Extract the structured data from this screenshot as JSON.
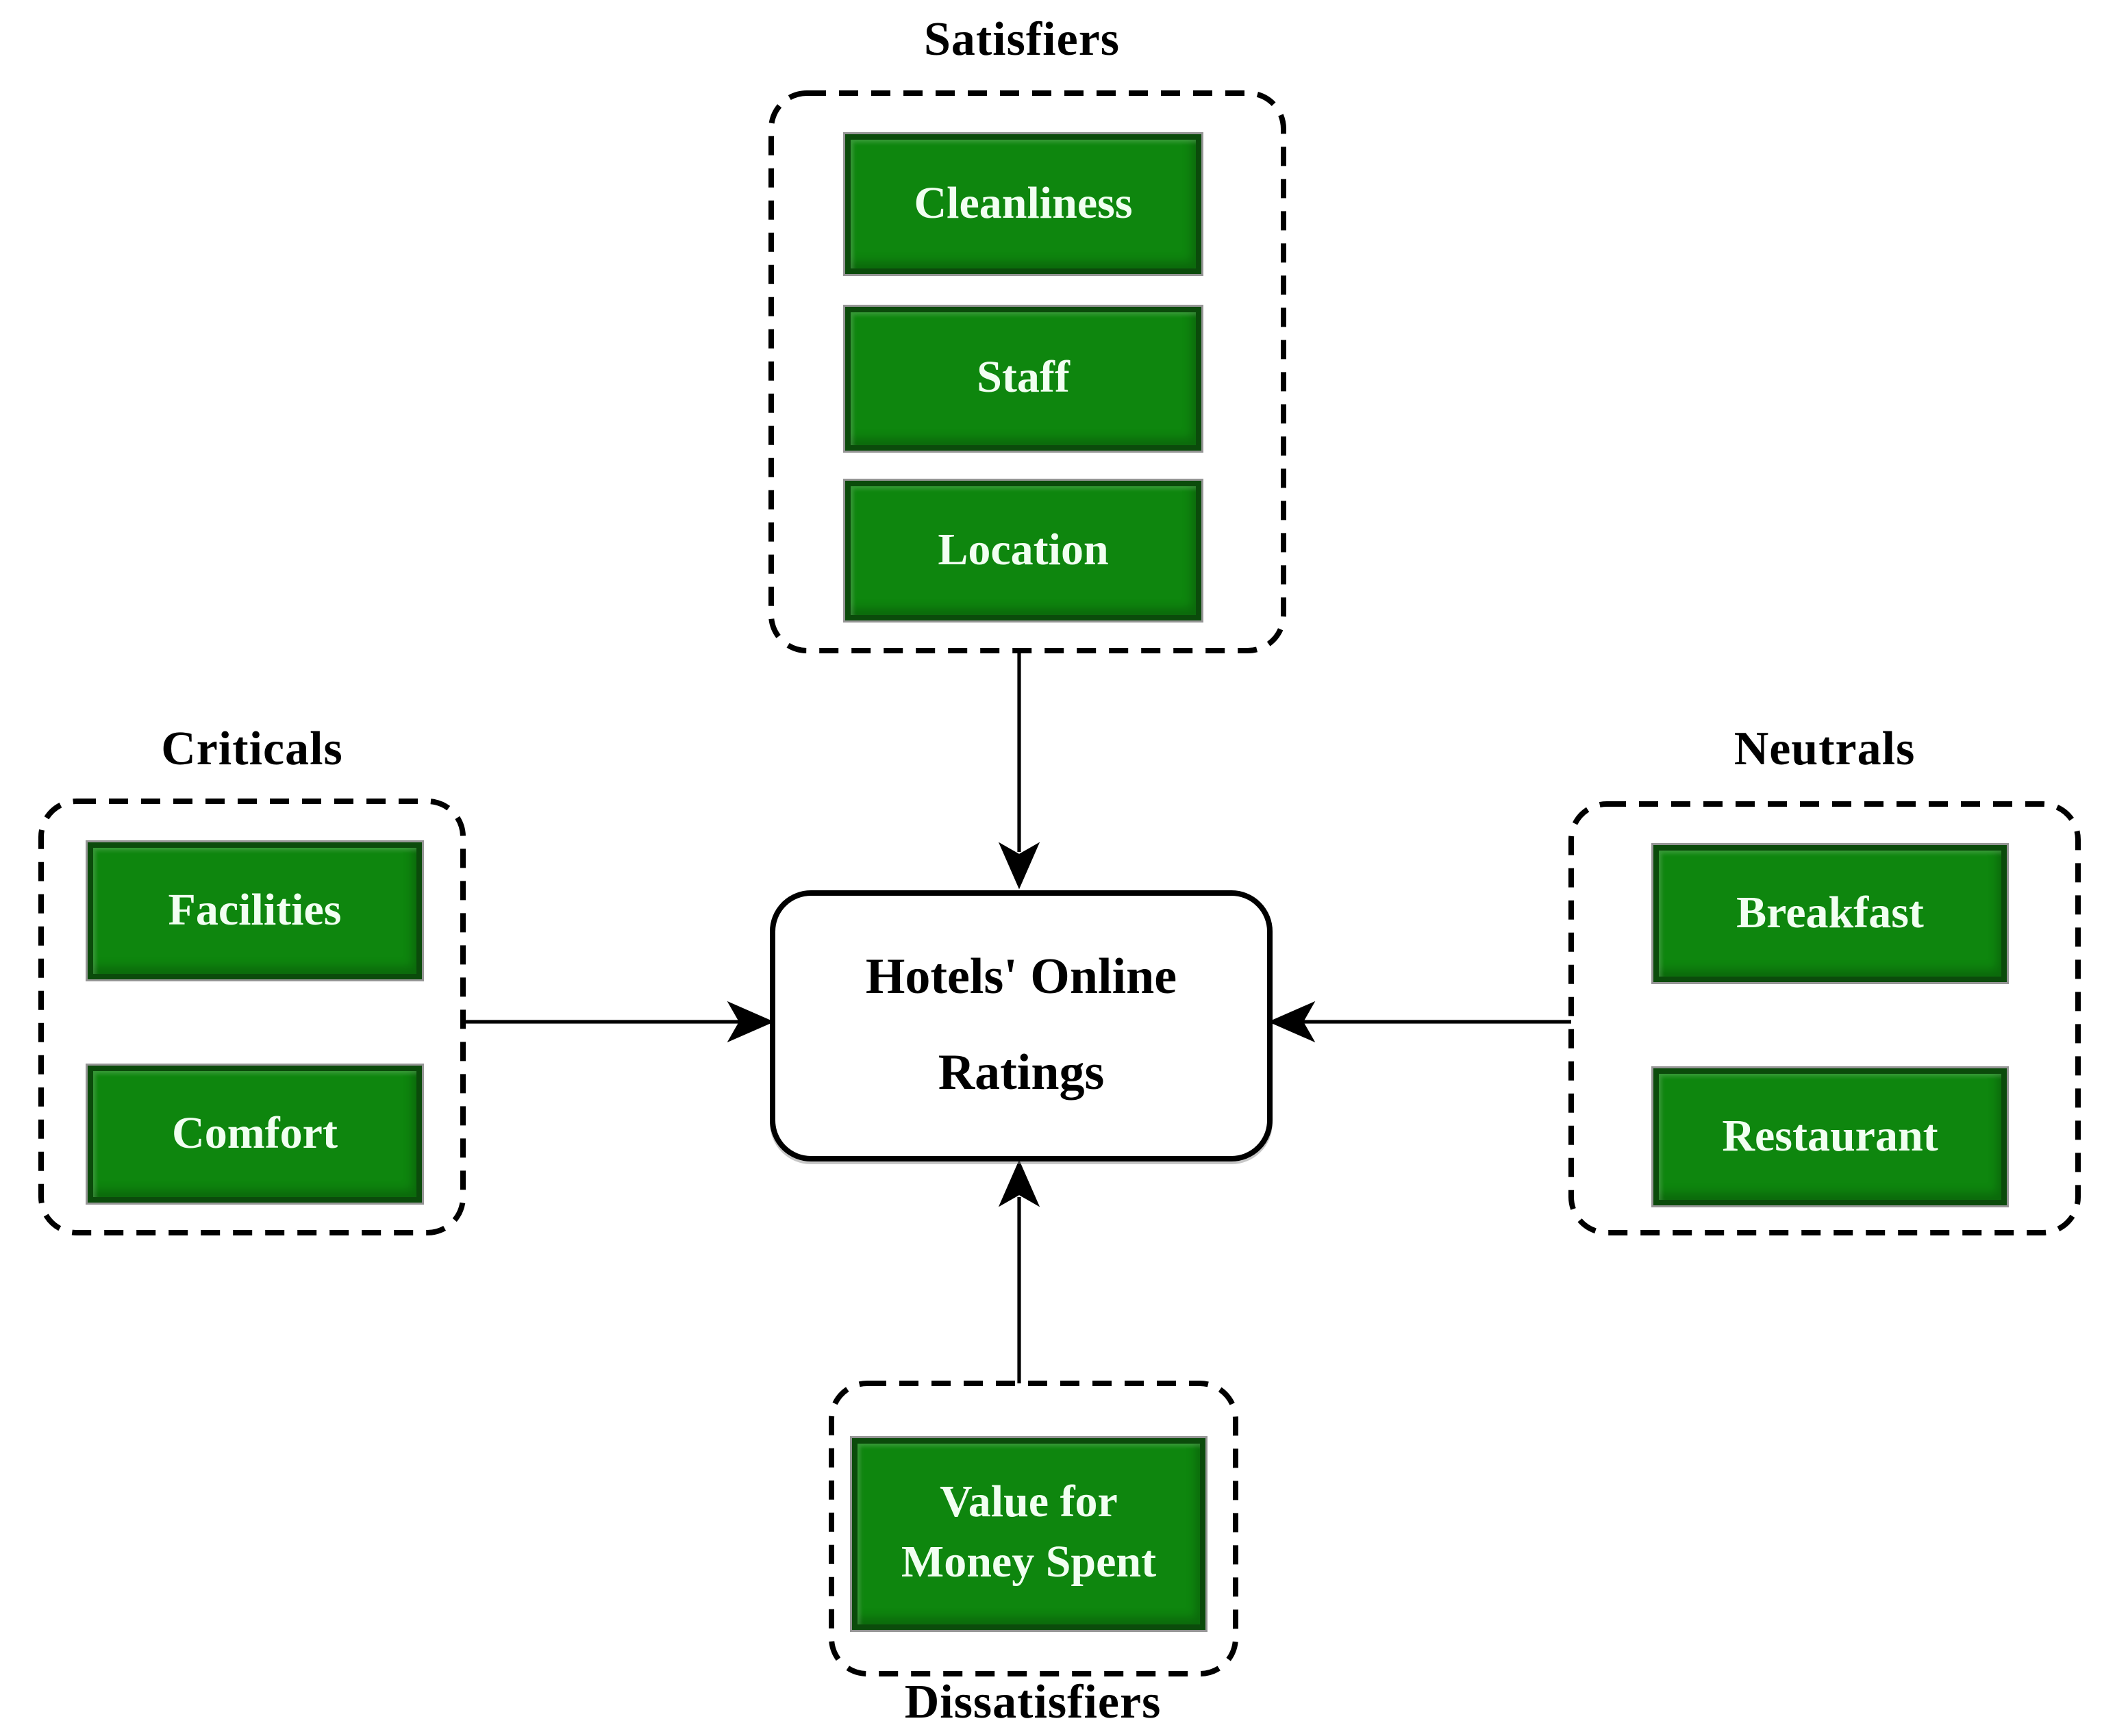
{
  "diagram": {
    "center_node": {
      "label": "Hotels' Online Ratings",
      "lines": [
        "Hotels' Online",
        "Ratings"
      ]
    },
    "groups": {
      "satisfiers": {
        "title": "Satisfiers",
        "items": [
          "Cleanliness",
          "Staff",
          "Location"
        ]
      },
      "criticals": {
        "title": "Criticals",
        "items": [
          "Facilities",
          "Comfort"
        ]
      },
      "neutrals": {
        "title": "Neutrals",
        "items": [
          "Breakfast",
          "Restaurant"
        ]
      },
      "dissatisfiers": {
        "title": "Dissatisfiers",
        "items": [
          "Value for Money Spent"
        ],
        "item_lines": [
          "Value for",
          "Money Spent"
        ]
      }
    },
    "colors": {
      "node_fill": "#0e860e",
      "node_border": "#0b4b0b",
      "node_text": "#f1fff1",
      "outline": "#000000",
      "arrow": "#000000",
      "title_text": "#000000",
      "center_fill": "#ffffff",
      "center_border": "#000000",
      "background": "#ffffff"
    }
  }
}
